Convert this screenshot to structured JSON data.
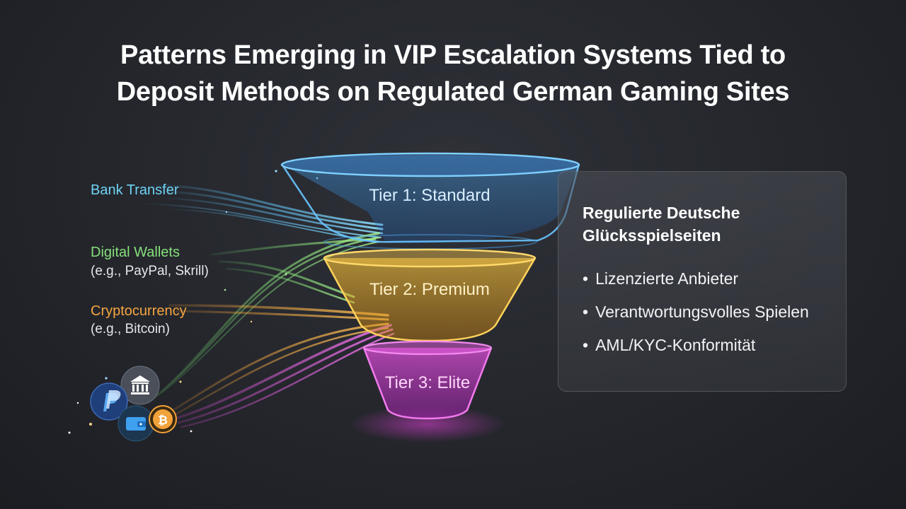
{
  "title": {
    "line1": "Patterns Emerging in VIP Escalation Systems Tied to",
    "line2": "Deposit Methods on Regulated German Gaming Sites"
  },
  "sources": [
    {
      "label": "Bank Transfer",
      "sub": "",
      "color": "#6fd3f5"
    },
    {
      "label": "Digital Wallets",
      "sub": "(e.g., PayPal, Skrill)",
      "color": "#86e07a"
    },
    {
      "label": "Cryptocurrency",
      "sub": "(e.g., Bitcoin)",
      "color": "#f5a640"
    }
  ],
  "tiers": [
    {
      "label": "Tier 1: Standard",
      "color": "#3b8fe0"
    },
    {
      "label": "Tier 2: Premium",
      "color": "#e8a520"
    },
    {
      "label": "Tier 3: Elite",
      "color": "#d03ccc"
    }
  ],
  "panel": {
    "heading": "Regulierte Deutsche Glücksspielseiten",
    "items": [
      "Lizenzierte Anbieter",
      "Verantwortungsvolles Spielen",
      "AML/KYC-Konformität"
    ]
  },
  "icons": [
    "bank-icon",
    "paypal-icon",
    "wallet-icon",
    "bitcoin-icon"
  ]
}
